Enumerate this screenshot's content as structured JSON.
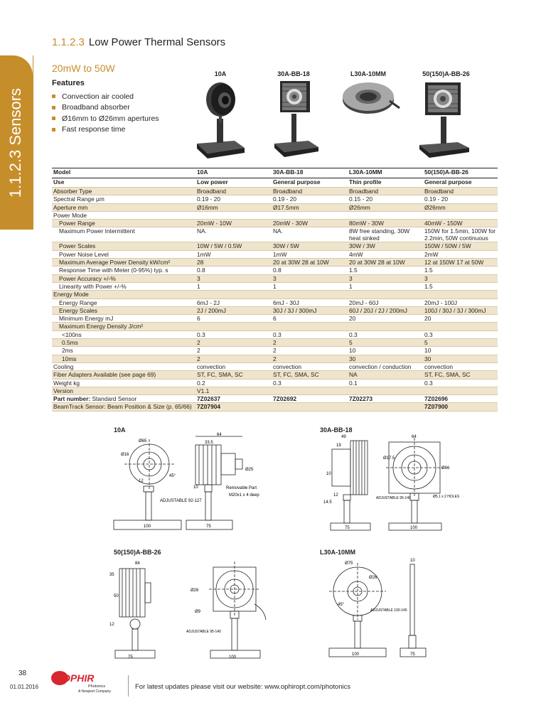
{
  "sidetab": {
    "label": "1.1.2.3  Sensors"
  },
  "header": {
    "number": "1.1.2.3",
    "title": "Low Power Thermal Sensors",
    "subtitle": "20mW to 50W"
  },
  "features": {
    "title": "Features",
    "items": [
      "Convection air cooled",
      "Broadband absorber",
      "Ø16mm to Ø26mm apertures",
      "Fast response time"
    ]
  },
  "photos": [
    {
      "label": "10A"
    },
    {
      "label": "30A-BB-18"
    },
    {
      "label": "L30A-10MM"
    },
    {
      "label": "50(150)A-BB-26"
    }
  ],
  "table": {
    "head": [
      "Model",
      "10A",
      "30A-BB-18",
      "L30A-10MM",
      "50(150)A-BB-26"
    ],
    "use": [
      "Use",
      "Low power",
      "General purpose",
      "Thin profile",
      "General purpose"
    ],
    "rows": [
      [
        "Absorber Type",
        "Broadband",
        "Broadband",
        "Broadband",
        "Broadband"
      ],
      [
        "Spectral Range µm",
        "0.19 - 20",
        "0.19 - 20",
        "0.15 - 20",
        "0.19 - 20"
      ],
      [
        "Aperture mm",
        "Ø16mm",
        "Ø17.5mm",
        "Ø26mm",
        "Ø26mm"
      ],
      [
        "Power Mode",
        "",
        "",
        "",
        ""
      ],
      [
        "Power Range",
        "20mW - 10W",
        "20mW - 30W",
        "80mW - 30W",
        "40mW - 150W"
      ],
      [
        "Maximum Power Intermittent",
        "NA.",
        "NA.",
        "8W free standing, 30W heat sinked",
        "150W for 1.5min, 100W for 2.2min, 50W continuous"
      ],
      [
        "Power Scales",
        "10W / 5W / 0.5W",
        "30W / 5W",
        "30W / 3W",
        "150W / 50W / 5W"
      ],
      [
        "Power Noise Level",
        "1mW",
        "1mW",
        "4mW",
        "2mW"
      ],
      [
        "Maximum Average Power Density kW/cm²",
        "28",
        "20 at 30W  28 at 10W",
        "20 at 30W  28 at 10W",
        "12 at 150W  17 at 50W"
      ],
      [
        "Response Time with Meter (0-95%) typ. s",
        "0.8",
        "0.8",
        "1.5",
        "1.5"
      ],
      [
        "Power Accuracy +/-%",
        "3",
        "3",
        "3",
        "3"
      ],
      [
        "Linearity with Power +/-%",
        "1",
        "1",
        "1",
        "1.5"
      ],
      [
        "Energy Mode",
        "",
        "",
        "",
        ""
      ],
      [
        "Energy Range",
        "6mJ - 2J",
        "6mJ - 30J",
        "20mJ - 60J",
        "20mJ - 100J"
      ],
      [
        "Energy Scales",
        "2J / 200mJ",
        "30J / 3J / 300mJ",
        "60J / 20J / 2J / 200mJ",
        "100J / 30J / 3J / 300mJ"
      ],
      [
        "Minimum Energy mJ",
        "6",
        "6",
        "20",
        "20"
      ],
      [
        "Maximum Energy Density J/cm²",
        "",
        "",
        "",
        ""
      ],
      [
        "<100ns",
        "0.3",
        "0.3",
        "0.3",
        "0.3"
      ],
      [
        "0.5ms",
        "2",
        "2",
        "5",
        "5"
      ],
      [
        "2ms",
        "2",
        "2",
        "10",
        "10"
      ],
      [
        "10ms",
        "2",
        "2",
        "30",
        "30"
      ],
      [
        "Cooling",
        "convection",
        "convection",
        "convection / conduction",
        "convection"
      ],
      [
        "Fiber Adapters Available (see page 69)",
        "ST, FC, SMA, SC",
        "ST, FC, SMA, SC",
        "NA",
        "ST, FC, SMA, SC"
      ],
      [
        "Weight kg",
        "0.2",
        "0.3",
        "0.1",
        "0.3"
      ],
      [
        "Version",
        "V1.1",
        "",
        "",
        ""
      ],
      [
        "Part number: Standard Sensor",
        "7Z02637",
        "7Z02692",
        "7Z02273",
        "7Z02696"
      ],
      [
        "BeamTrack Sensor: Beam Position & Size (p. 65/66)",
        "7Z07904",
        "",
        "",
        "7Z07900"
      ]
    ]
  },
  "drawings": {
    "d1": {
      "label": "10A",
      "dims": [
        "Ø65",
        "Ø16",
        "64",
        "33.5",
        "Ø25",
        "10",
        "Removable Part",
        "M20x1 x 4 deep",
        "ADJUSTABLE 92-127",
        "100",
        "75",
        "12",
        "45°"
      ]
    },
    "d2": {
      "label": "30A-BB-18",
      "dims": [
        "49",
        "19",
        "64",
        "Ø17.5",
        "Ø66",
        "Ø5.1 x 2 HOLES",
        "ADJUSTABLE 95-140",
        "14.5",
        "10",
        "75",
        "100",
        "12"
      ]
    },
    "d3": {
      "label": "50(150)A-BB-26",
      "dims": [
        "84",
        "50",
        "Ø26",
        "Ø9",
        "ADJUSTABLE 95-140",
        "75",
        "100",
        "35",
        "12"
      ]
    },
    "d4": {
      "label": "L30A-10MM",
      "dims": [
        "Ø75",
        "Ø26",
        "10",
        "ADJUSTABLE 100-145",
        "100",
        "75",
        "45°"
      ]
    }
  },
  "footer": {
    "page": "38",
    "date": "01.01.2016",
    "logo": "OPHIR",
    "logo_sub1": "Photonics",
    "logo_sub2": "A Newport Company",
    "text": "For latest updates please visit our website: www.ophiropt.com/photonics"
  },
  "colors": {
    "accent": "#c68e2b",
    "row_alt": "#efe4cc",
    "logo_red": "#d7262e"
  }
}
